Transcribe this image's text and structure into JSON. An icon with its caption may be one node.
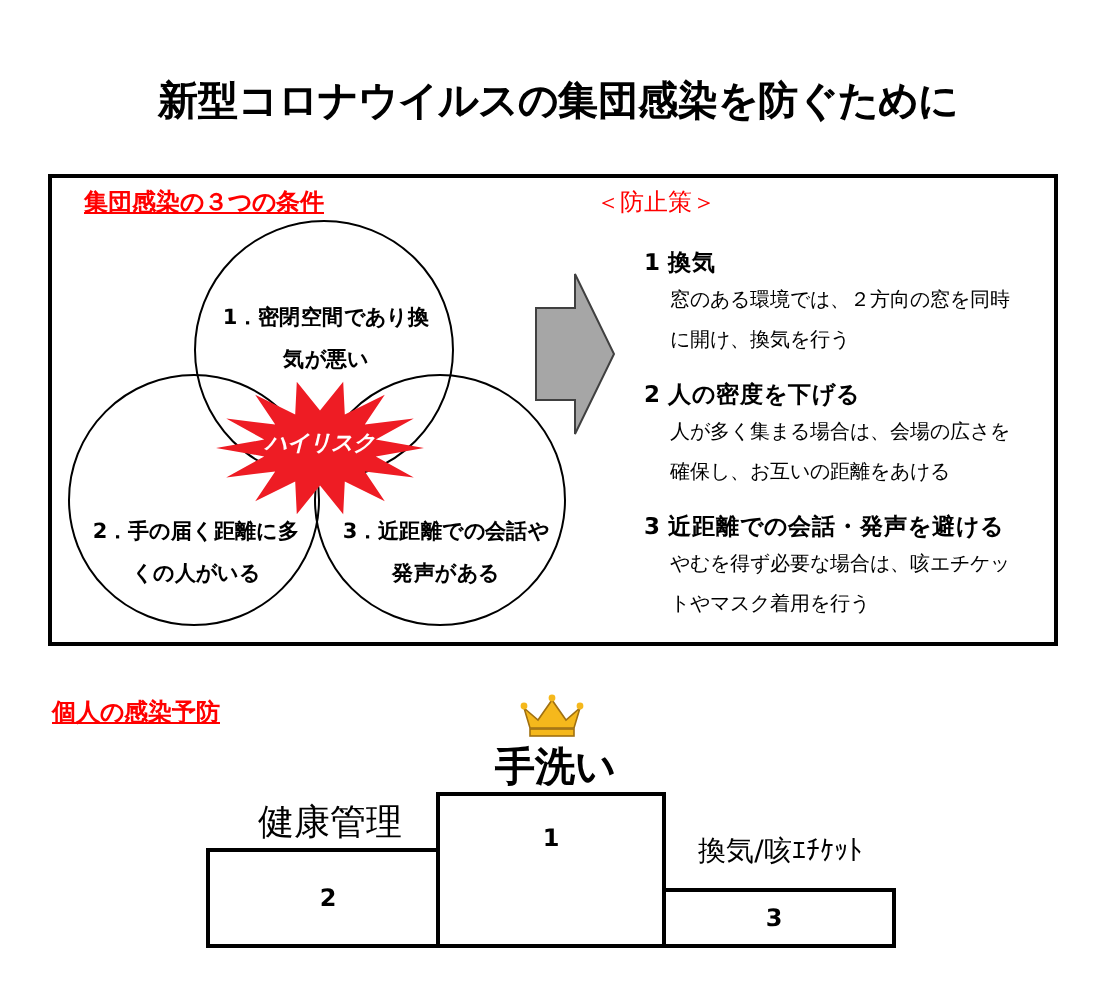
{
  "diagram": {
    "title": "新型コロナウイルスの集団感染を防ぐために",
    "nodes": [
      {
        "text": [],
        "shape": "box"
      },
      {
        "text": [
          "1．密閉空間であり換気が悪い"
        ],
        "in": 0
      },
      {
        "text": [
          "2．手の届く距離に多くの人がいる"
        ],
        "in": 0
      },
      {
        "text": [
          "3．近距離での会話や発声がある"
        ],
        "in": 0
      },
      {
        "text": [
          "ハイリスク"
        ],
        "in": 0
      },
      {
        "text": [
          "1 換気",
          "窓のある環境では、２方向の窓を同時に開け、換気を行う",
          "2 人の密度を下げる",
          "人が多く集まる場合は、会場の広さを確保し、お互いの距離をあける",
          "3 近距離での会話・発声を避ける",
          "やむを得ず必要な場合は、咳エチケットやマスク着用を行う"
        ],
        "in": 0
      },
      {
        "text": [
          "1"
        ],
        "beside": [
          "手洗い"
        ]
      },
      {
        "text": [
          "2"
        ],
        "beside": [
          "健康管理"
        ]
      },
      {
        "text": [
          "3"
        ],
        "beside": [
          "換気/咳ｴﾁｹｯﾄ"
        ]
      }
    ],
    "edges": [
      {
        "from": null,
        "to": 5,
        "arrow": "to",
        "style": "thick",
        "color": "#a6a6a6"
      }
    ],
    "labels": [
      "集団感染の３つの条件",
      "＜防止策＞",
      "個人の感染予防"
    ]
  }
}
